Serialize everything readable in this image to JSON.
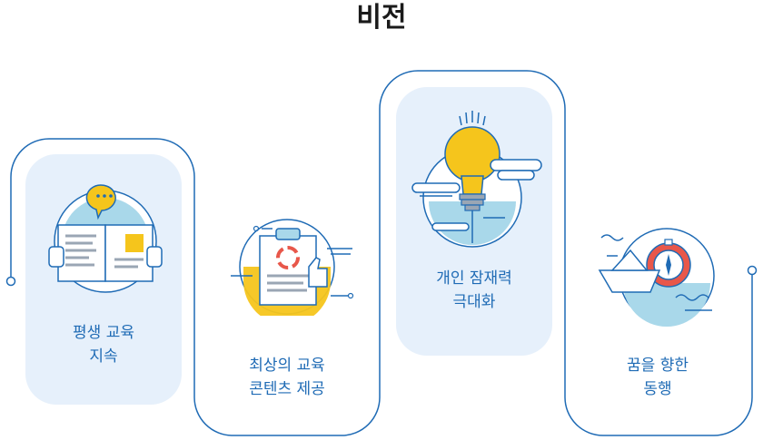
{
  "title": "비전",
  "steps": [
    {
      "line1": "평생 교육",
      "line2": "지속",
      "icon": "open-book-icon"
    },
    {
      "line1": "최상의 교육",
      "line2": "콘텐츠 제공",
      "icon": "clipboard-icon"
    },
    {
      "line1": "개인 잠재력",
      "line2": "극대화",
      "icon": "light-bulb-icon"
    },
    {
      "line1": "꿈을 향한",
      "line2": "동행",
      "icon": "paper-boat-compass-icon"
    }
  ],
  "colors": {
    "accent": "#1f6bb5",
    "card": "#e6f0fb",
    "yellow": "#f5c51c",
    "light_blue": "#a9d8ea"
  }
}
